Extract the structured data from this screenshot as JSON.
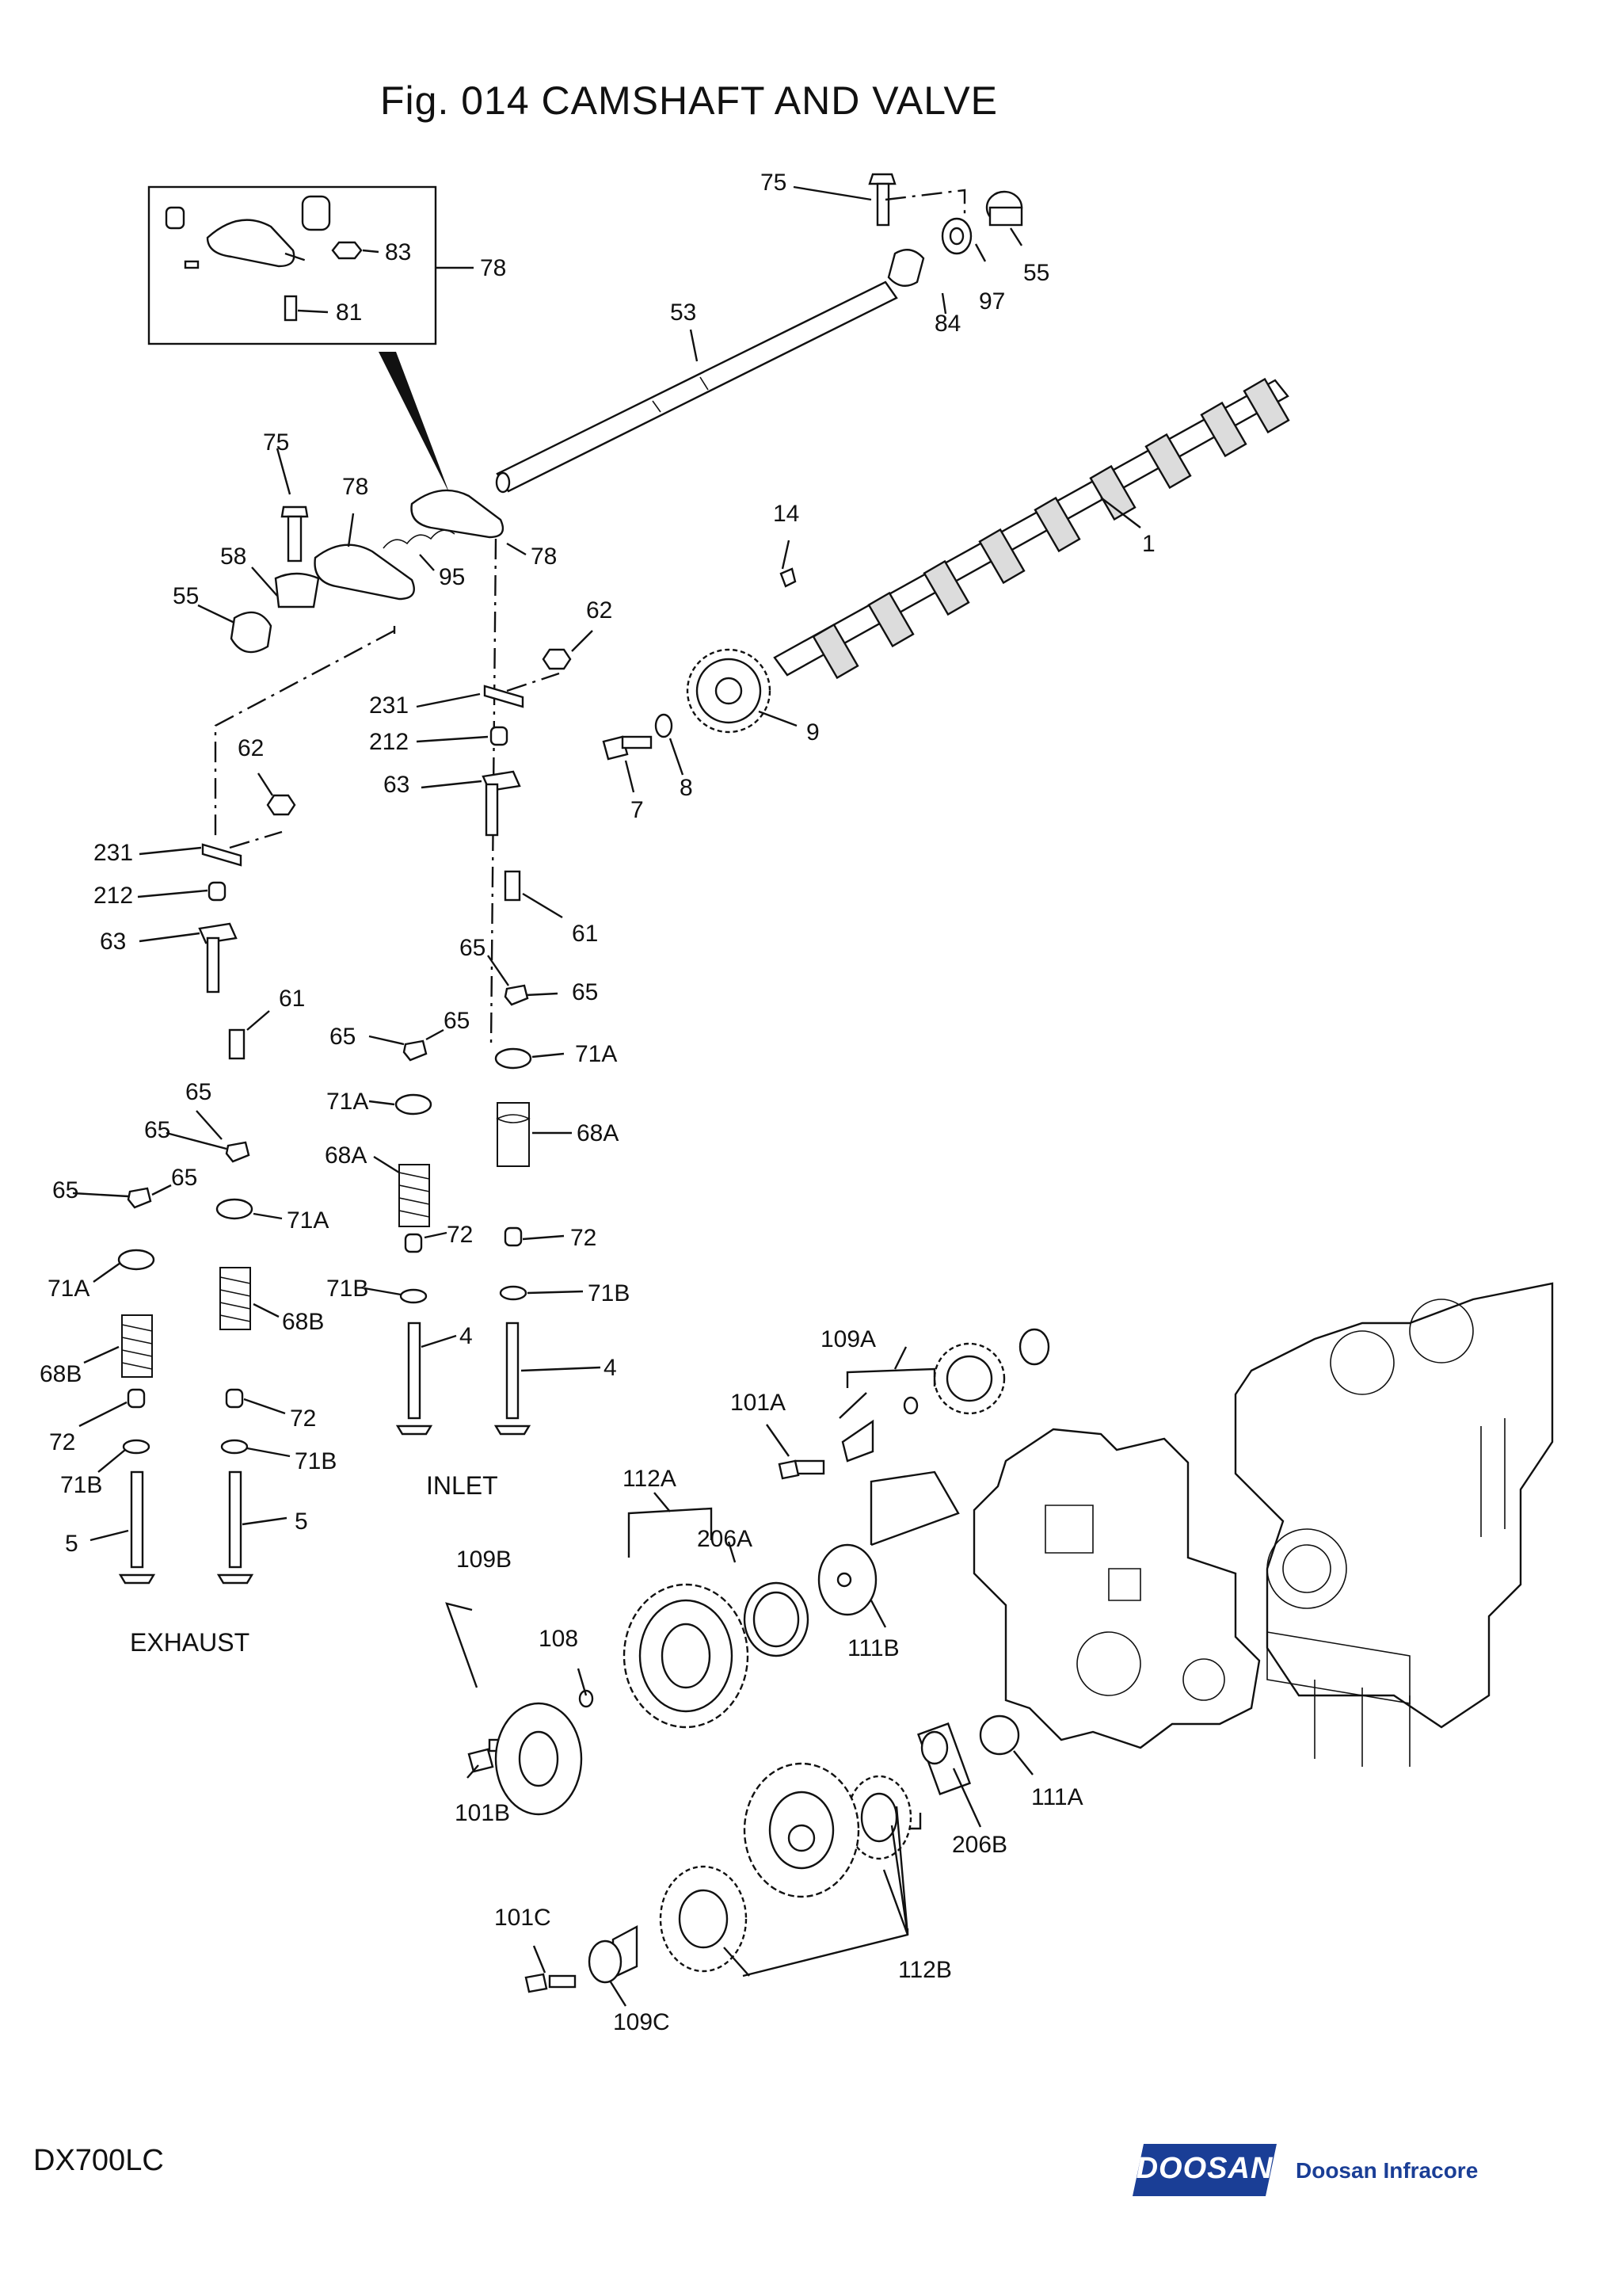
{
  "title": "Fig. 014 CAMSHAFT AND VALVE",
  "model": "DX700LC",
  "brand": {
    "logo": "DOOSAN",
    "name": "Doosan Infracore",
    "color": "#1a3e96"
  },
  "sections": {
    "exhaust": "EXHAUST",
    "inlet": "INLET"
  },
  "callouts": {
    "c75a": "75",
    "c55a": "55",
    "c97": "97",
    "c84": "84",
    "c53": "53",
    "c83": "83",
    "c78a": "78",
    "c81": "81",
    "c75b": "75",
    "c78b": "78",
    "c58": "58",
    "c55b": "55",
    "c95": "95",
    "c78c": "78",
    "c14": "14",
    "c1": "1",
    "c62a": "62",
    "c231a": "231",
    "c212a": "212",
    "c63a": "63",
    "c9": "9",
    "c7": "7",
    "c8": "8",
    "c62b": "62",
    "c231b": "231",
    "c212b": "212",
    "c63b": "63",
    "c61a": "61",
    "c61b": "61",
    "c65a": "65",
    "c65b": "65",
    "c65c": "65",
    "c65d": "65",
    "c65e": "65",
    "c65f": "65",
    "c65g": "65",
    "c65h": "65",
    "c71Aa": "71A",
    "c71Ab": "71A",
    "c71Ac": "71A",
    "c71Ad": "71A",
    "c68Aa": "68A",
    "c68Ab": "68A",
    "c68Ba": "68B",
    "c68Bb": "68B",
    "c72a": "72",
    "c72b": "72",
    "c72c": "72",
    "c72d": "72",
    "c71Ba": "71B",
    "c71Bb": "71B",
    "c71Bc": "71B",
    "c71Bd": "71B",
    "c4a": "4",
    "c4b": "4",
    "c5a": "5",
    "c5b": "5",
    "c109A": "109A",
    "c101A": "101A",
    "c112A": "112A",
    "c206A": "206A",
    "c109B": "109B",
    "c108": "108",
    "c111B": "111B",
    "c101B": "101B",
    "c111A": "111A",
    "c206B": "206B",
    "c101C": "101C",
    "c109C": "109C",
    "c112B": "112B"
  }
}
